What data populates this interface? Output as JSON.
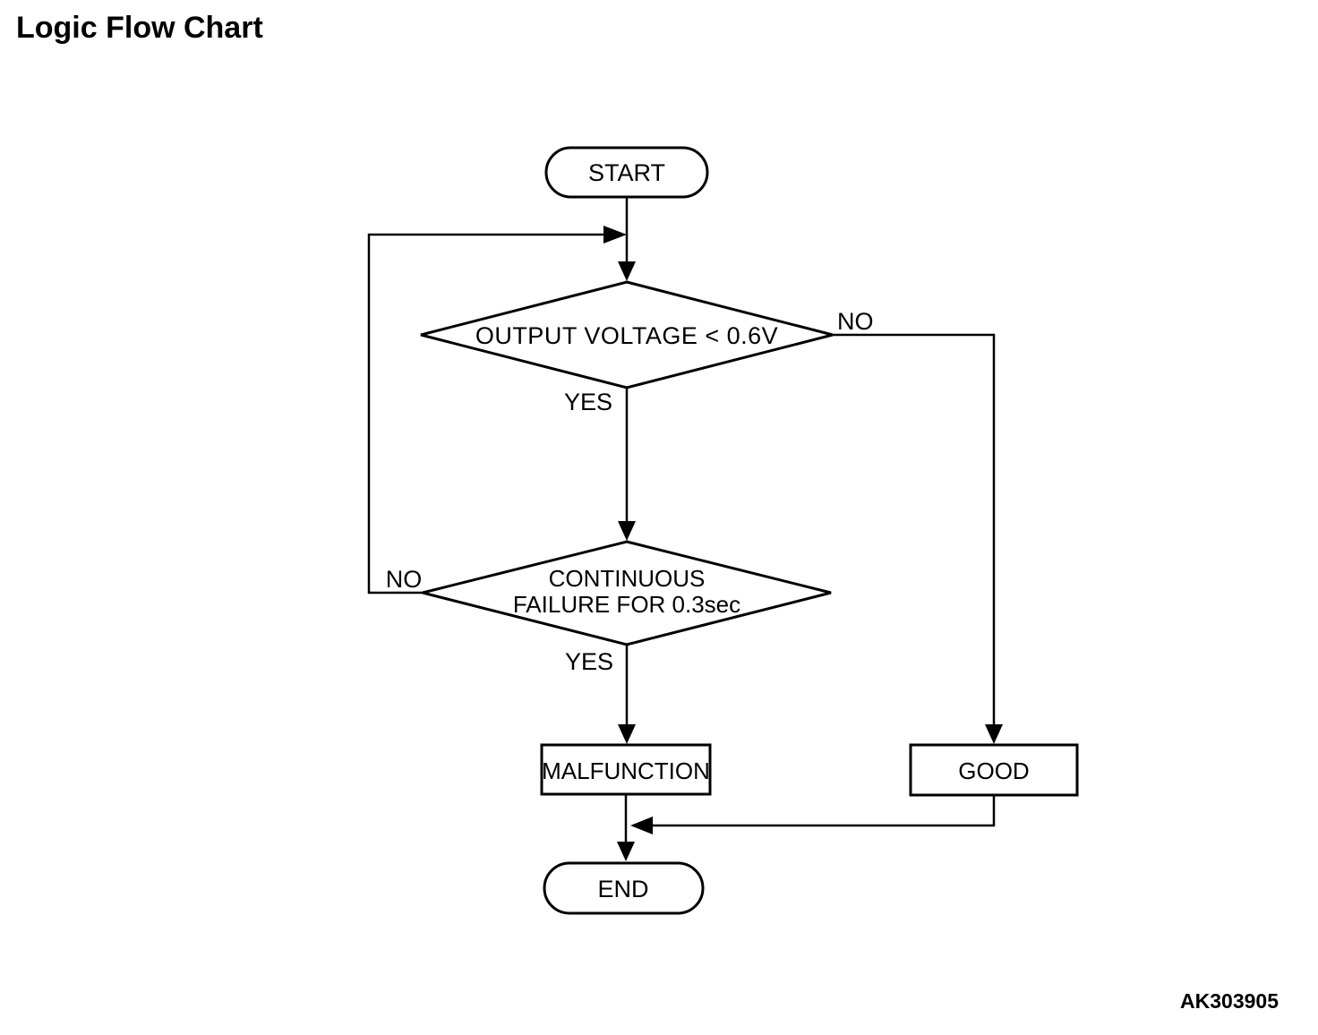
{
  "page": {
    "title": "Logic Flow Chart",
    "figure_code": "AK303905",
    "background_color": "#ffffff",
    "line_color": "#000000"
  },
  "flowchart": {
    "type": "flowchart",
    "nodes": [
      {
        "id": "start",
        "shape": "terminator",
        "label": "START"
      },
      {
        "id": "decision-output-voltage",
        "shape": "decision",
        "label": "OUTPUT VOLTAGE < 0.6V"
      },
      {
        "id": "decision-continuous-failure",
        "shape": "decision",
        "label_line1": "CONTINUOUS",
        "label_line2": "FAILURE FOR 0.3sec"
      },
      {
        "id": "malfunction",
        "shape": "process",
        "label": "MALFUNCTION"
      },
      {
        "id": "good",
        "shape": "process",
        "label": "GOOD"
      },
      {
        "id": "end",
        "shape": "terminator",
        "label": "END"
      }
    ],
    "edges": [
      {
        "from": "start",
        "to": "decision-output-voltage",
        "label": ""
      },
      {
        "from": "decision-output-voltage",
        "to": "good",
        "label": "NO"
      },
      {
        "from": "decision-output-voltage",
        "to": "decision-continuous-failure",
        "label": "YES"
      },
      {
        "from": "decision-continuous-failure",
        "to": "decision-output-voltage",
        "label": "NO"
      },
      {
        "from": "decision-continuous-failure",
        "to": "malfunction",
        "label": "YES"
      },
      {
        "from": "malfunction",
        "to": "end",
        "label": ""
      },
      {
        "from": "good",
        "to": "end",
        "label": ""
      }
    ]
  }
}
